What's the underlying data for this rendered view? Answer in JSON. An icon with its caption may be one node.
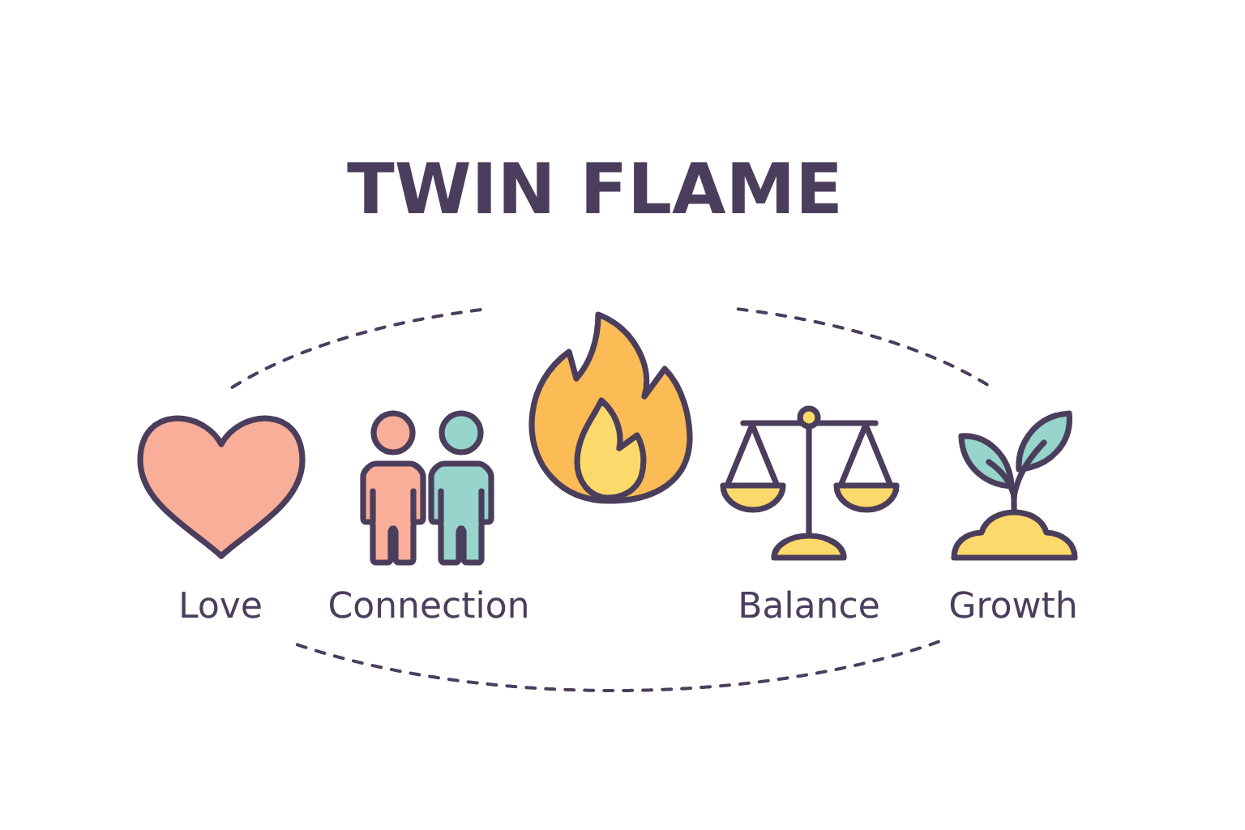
{
  "diagram": {
    "title": "TWIN FLAME",
    "labels": [
      "Love",
      "Connection",
      "Balance",
      "Growth"
    ]
  }
}
